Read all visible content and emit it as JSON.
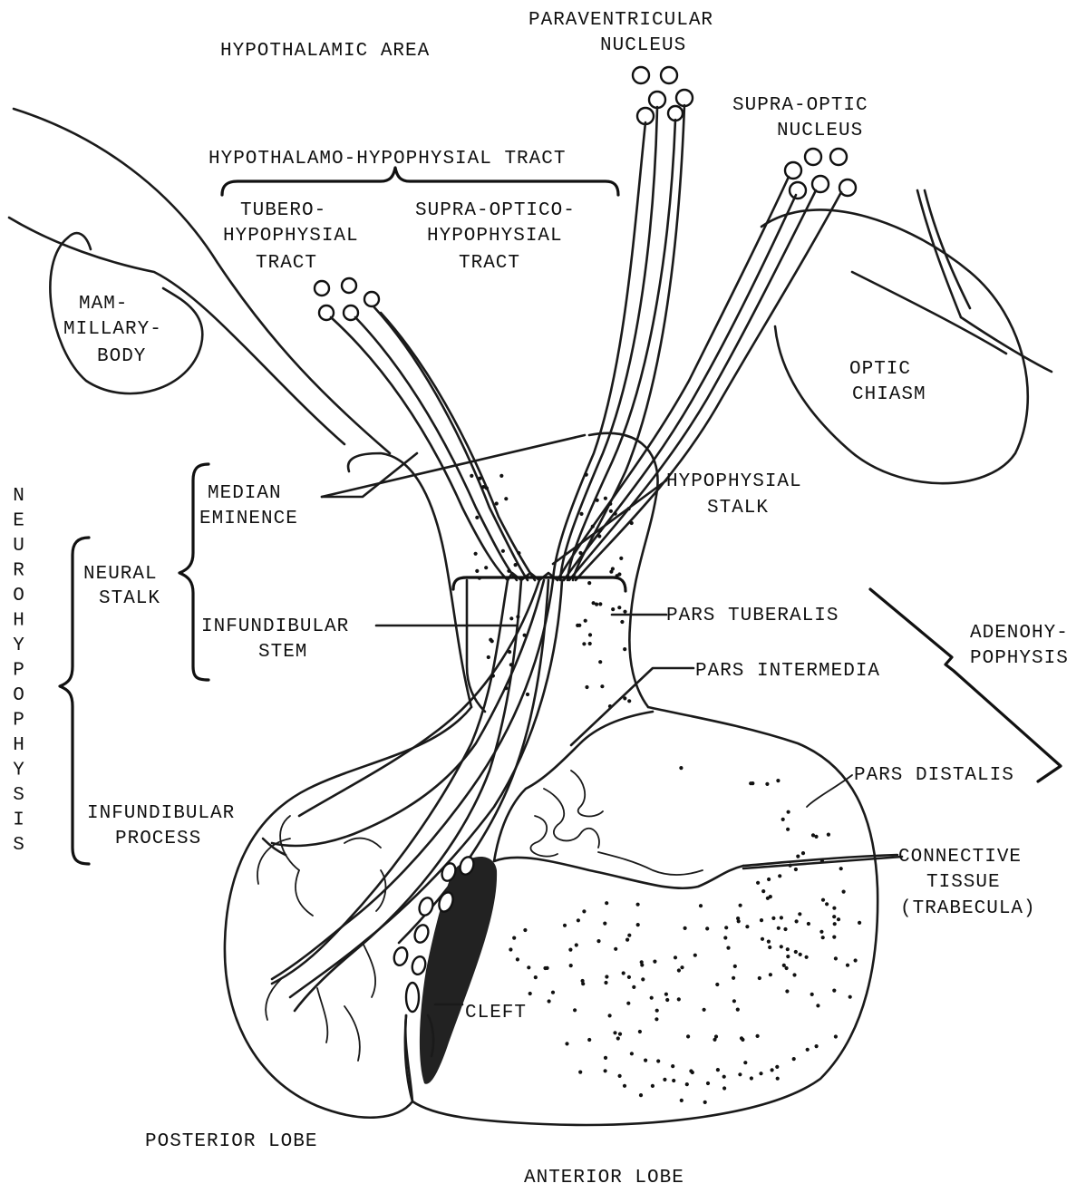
{
  "labels": {
    "hypothalamic_area": "HYPOTHALAMIC AREA",
    "paraventricular_1": "PARAVENTRICULAR",
    "paraventricular_2": "NUCLEUS",
    "supraoptic_1": "SUPRA-OPTIC",
    "supraoptic_2": "NUCLEUS",
    "hh_tract": "HYPOTHALAMO-HYPOPHYSIAL TRACT",
    "tubero_1": "TUBERO-",
    "tubero_2": "HYPOPHYSIAL",
    "tubero_3": "TRACT",
    "supraoptico_1": "SUPRA-OPTICO-",
    "supraoptico_2": "HYPOPHYSIAL",
    "supraoptico_3": "TRACT",
    "mammillary_1": "MAM-",
    "mammillary_2": "MILLARY-",
    "mammillary_3": "BODY",
    "optic_1": "OPTIC",
    "optic_2": "CHIASM",
    "neurohypophysis": "NEUROHYPOPHYSIS",
    "median_1": "MEDIAN",
    "median_2": "EMINENCE",
    "hypophysial_stalk_1": "HYPOPHYSIAL",
    "hypophysial_stalk_2": "STALK",
    "neural_stalk_1": "NEURAL",
    "neural_stalk_2": "STALK",
    "infundibular_stem_1": "INFUNDIBULAR",
    "infundibular_stem_2": "STEM",
    "pars_tuberalis": "PARS TUBERALIS",
    "adenohypophysis_1": "ADENOHY-",
    "adenohypophysis_2": "POPHYSIS",
    "pars_intermedia": "PARS INTERMEDIA",
    "pars_distalis": "PARS DISTALIS",
    "infundibular_process_1": "INFUNDIBULAR",
    "infundibular_process_2": "PROCESS",
    "connective_1": "CONNECTIVE",
    "connective_2": "TISSUE",
    "connective_3": "(TRABECULA)",
    "cleft": "CLEFT",
    "posterior_lobe": "POSTERIOR LOBE",
    "anterior_lobe": "ANTERIOR LOBE"
  }
}
